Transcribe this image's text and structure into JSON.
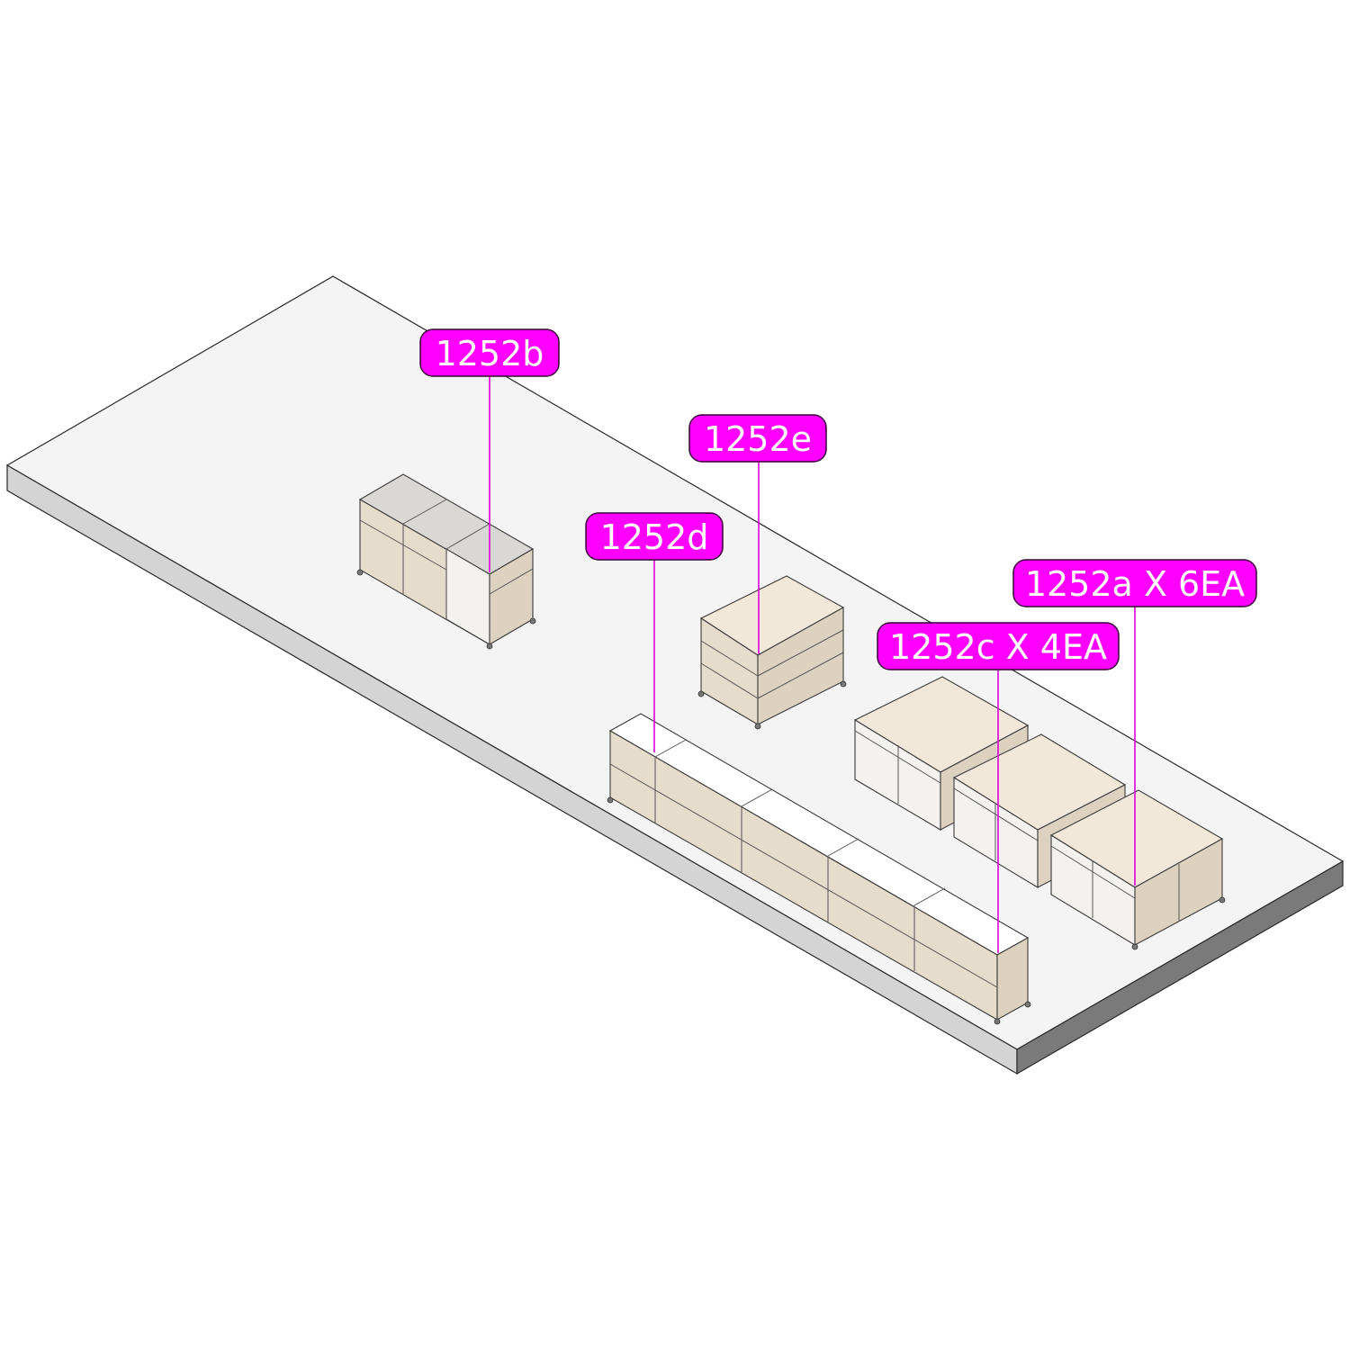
{
  "callouts": {
    "b": "1252b",
    "e": "1252e",
    "d": "1252d",
    "a": "1252a X 6EA",
    "c": "1252c X 4EA"
  },
  "colors": {
    "callout_fill": "#ff00ff",
    "callout_text": "#ffffff",
    "leader_line": "#e000e0",
    "platform_top": "#f4f4f4",
    "platform_side": "#d4d4d4",
    "platform_front": "#7a7a7a",
    "wood": "#e6dccb"
  }
}
